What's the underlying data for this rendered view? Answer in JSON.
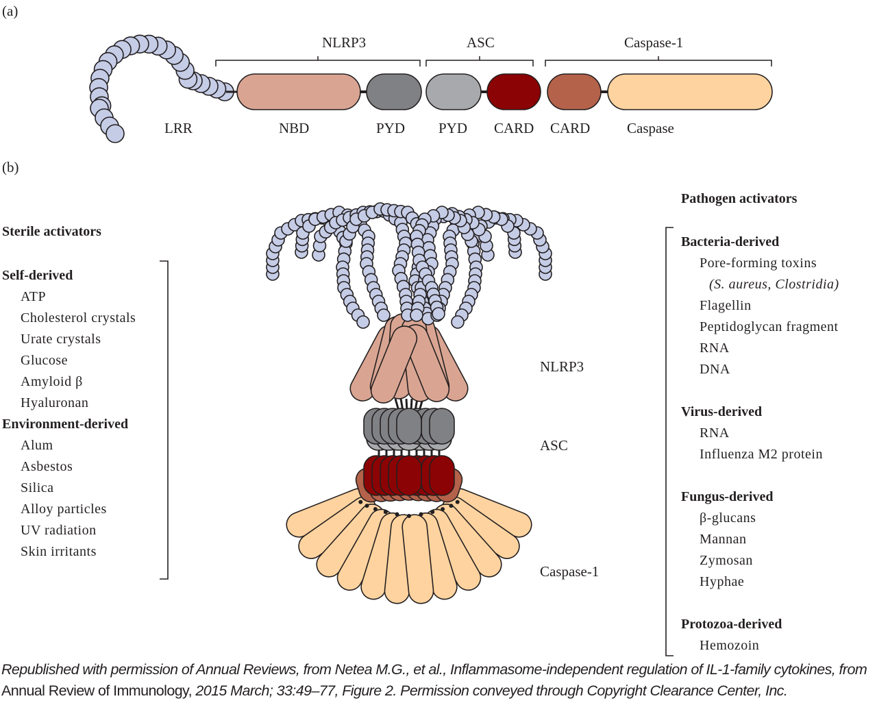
{
  "panel_a": {
    "label": "(a)",
    "groups": [
      {
        "name": "NLRP3",
        "domains": [
          "LRR",
          "NBD",
          "PYD"
        ]
      },
      {
        "name": "ASC",
        "domains": [
          "PYD",
          "CARD"
        ]
      },
      {
        "name": "Caspase-1",
        "domains": [
          "CARD",
          "Caspase"
        ]
      }
    ],
    "domain_labels": {
      "lrr": "LRR",
      "nbd": "NBD",
      "nlrp3_pyd": "PYD",
      "asc_pyd": "PYD",
      "asc_card": "CARD",
      "casp_card": "CARD",
      "caspase": "Caspase"
    },
    "bracket_labels": {
      "nlrp3": "NLRP3",
      "asc": "ASC",
      "caspase1": "Caspase-1"
    }
  },
  "panel_b": {
    "label": "(b)",
    "complex_labels": {
      "nlrp3": "NLRP3",
      "asc": "ASC",
      "caspase1": "Caspase-1"
    },
    "sterile": {
      "title": "Sterile activators",
      "groups": [
        {
          "title": "Self-derived",
          "items": [
            "ATP",
            "Cholesterol crystals",
            "Urate crystals",
            "Glucose",
            "Amyloid β",
            "Hyaluronan"
          ]
        },
        {
          "title": "Environment-derived",
          "items": [
            "Alum",
            "Asbestos",
            "Silica",
            "Alloy particles",
            "UV radiation",
            "Skin irritants"
          ]
        }
      ]
    },
    "pathogen": {
      "title": "Pathogen activators",
      "groups": [
        {
          "title": "Bacteria-derived",
          "items": [
            "Pore-forming toxins",
            "(S. aureus, Clostridia)",
            "Flagellin",
            "Peptidoglycan fragment",
            "RNA",
            "DNA"
          ]
        },
        {
          "title": "Virus-derived",
          "items": [
            "RNA",
            "Influenza M2 protein"
          ]
        },
        {
          "title": "Fungus-derived",
          "items": [
            "β-glucans",
            "Mannan",
            "Zymosan",
            "Hyphae"
          ]
        },
        {
          "title": "Protozoa-derived",
          "items": [
            "Hemozoin"
          ]
        }
      ]
    }
  },
  "colors": {
    "lrr": "#c5cce6",
    "nbd": "#d9a592",
    "nlrp3_pyd": "#808184",
    "asc_pyd": "#a7a9ac",
    "asc_card": "#8b0304",
    "casp_card": "#b4624a",
    "caspase": "#fed39f",
    "outline": "#231f20"
  },
  "caption": {
    "part1": "Republished with permission of Annual Reviews, from Netea M.G., et al., Inflammasome-independent regulation of IL-1-family cytokines, from ",
    "journal": "Annual Review of Immunology,",
    "part2": " 2015 March; 33:49–77, Figure 2. Permission conveyed through Copyright Clearance Center, Inc."
  }
}
